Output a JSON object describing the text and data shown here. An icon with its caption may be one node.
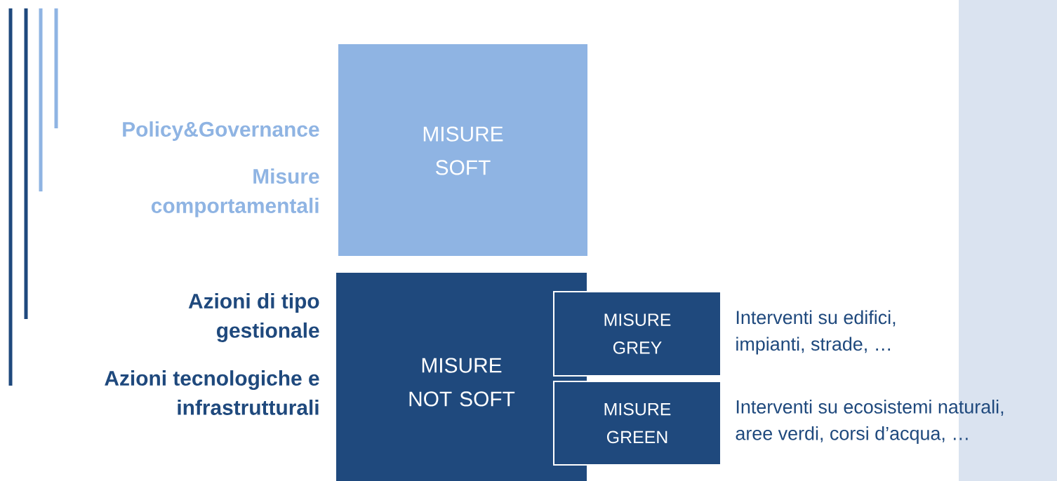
{
  "diagram": {
    "nodes": [
      {
        "text": [
          "MISURE SOFT"
        ]
      },
      {
        "text": [
          "MISURE NOT SOFT"
        ]
      },
      {
        "text": [
          "MISURE GREY"
        ],
        "beside": [
          "Interventi su edifici, impianti, strade, …"
        ]
      },
      {
        "text": [
          "MISURE GREEN"
        ],
        "beside": [
          "Interventi su ecosistemi naturali, aree verdi, corsi d’acqua, …"
        ]
      }
    ],
    "labels": [
      "Policy&Governance",
      "Misure comportamentali",
      "Azioni di tipo gestionale",
      "Azioni tecnologiche e infrastrutturali"
    ]
  }
}
